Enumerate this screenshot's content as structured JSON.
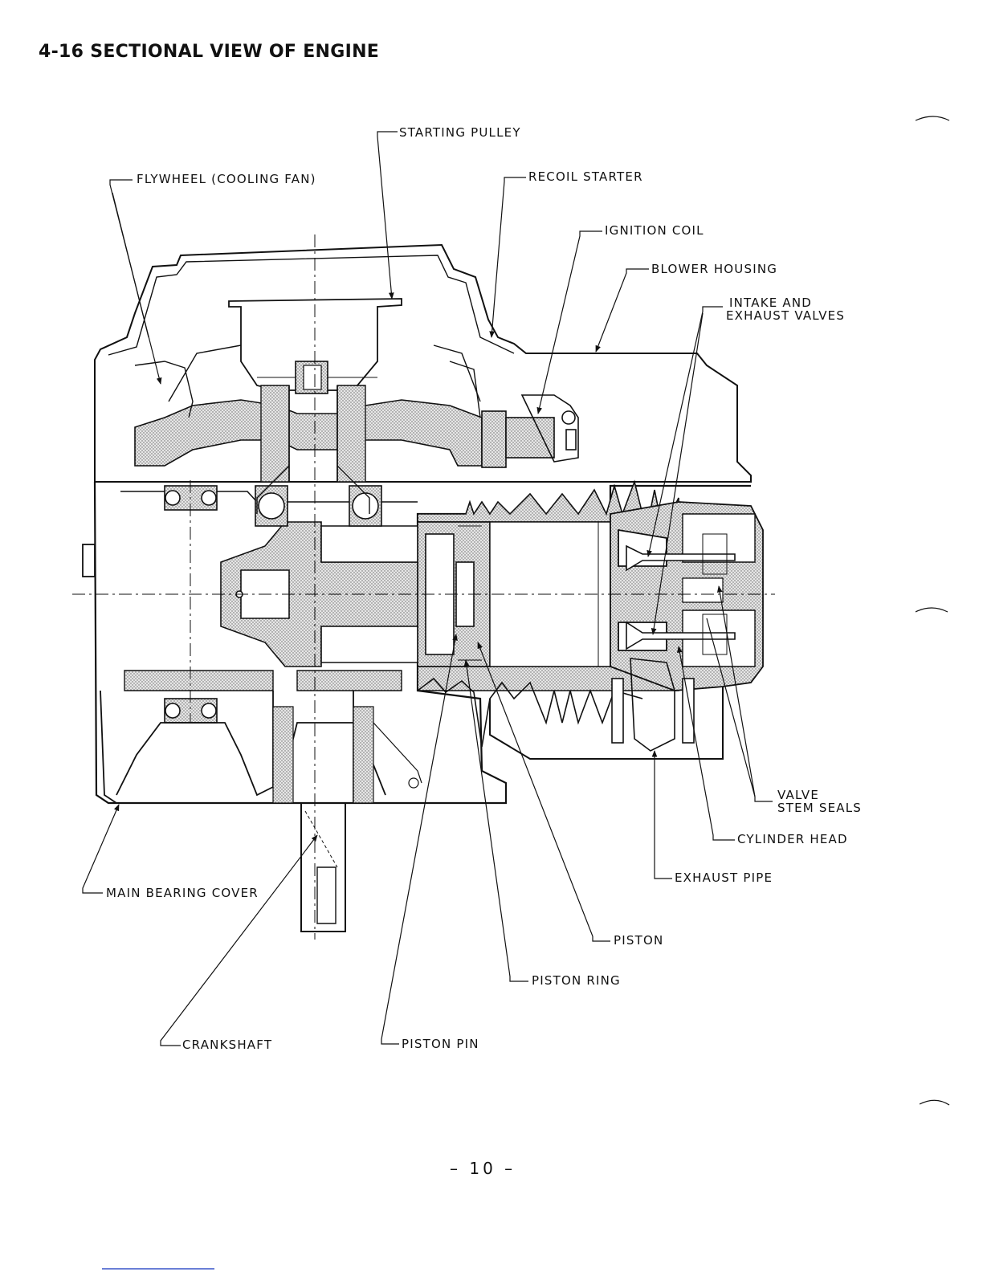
{
  "page": {
    "title": "4-16 SECTIONAL  VIEW  OF  ENGINE",
    "page_number": "– 10 –"
  },
  "labels": {
    "starting_pulley": "STARTING  PULLEY",
    "flywheel": "FLYWHEEL  (COOLING  FAN)",
    "recoil_starter": "RECOIL  STARTER",
    "ignition_coil": "IGNITION  COIL",
    "blower_housing": "BLOWER  HOUSING",
    "intake_exhaust_1": "INTAKE  AND",
    "intake_exhaust_2": "EXHAUST  VALVES",
    "valve_stem_1": "VALVE",
    "valve_stem_2": "STEM  SEALS",
    "cylinder_head": "CYLINDER  HEAD",
    "exhaust_pipe": "EXHAUST  PIPE",
    "main_bearing_cover": "MAIN  BEARING  COVER",
    "piston": "PISTON",
    "piston_ring": "PISTON  RING",
    "crankshaft": "CRANKSHAFT",
    "piston_pin": "PISTON  PIN"
  }
}
